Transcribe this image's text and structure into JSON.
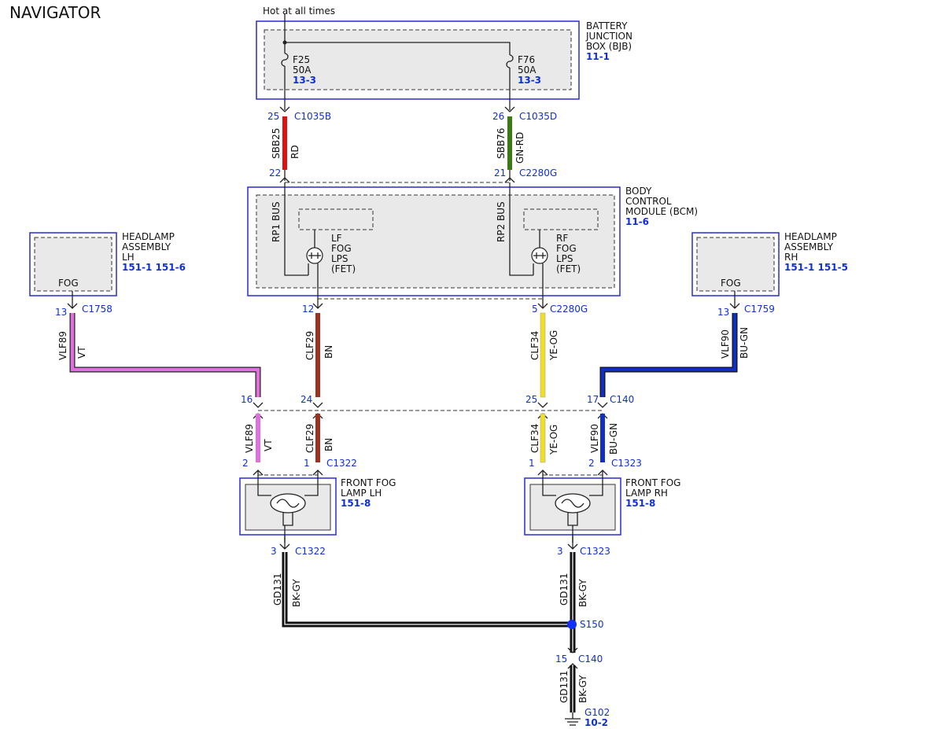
{
  "title": "NAVIGATOR",
  "supply_label": "Hot at all times",
  "bjb": {
    "name": [
      "BATTERY",
      "JUNCTION",
      "BOX (BJB)"
    ],
    "ref": "11-1",
    "fuse_left": {
      "name": "F25",
      "rating": "50A",
      "ref": "13-3"
    },
    "fuse_right": {
      "name": "F76",
      "rating": "50A",
      "ref": "13-3"
    }
  },
  "bcm": {
    "name": [
      "BODY",
      "CONTROL",
      "MODULE (BCM)"
    ],
    "ref": "11-6",
    "bus_left": "RP1 BUS",
    "bus_right": "RP2 BUS",
    "out_left": [
      "LF",
      "FOG",
      "LPS",
      "(FET)"
    ],
    "out_right": [
      "RF",
      "FOG",
      "LPS",
      "(FET)"
    ]
  },
  "headlamp_lh": {
    "name": [
      "HEADLAMP",
      "ASSEMBLY",
      "LH"
    ],
    "ref": "151-1 151-6",
    "pin_label": "FOG"
  },
  "headlamp_rh": {
    "name": [
      "HEADLAMP",
      "ASSEMBLY",
      "RH"
    ],
    "ref": "151-1 151-5",
    "pin_label": "FOG"
  },
  "fog_lh": {
    "name": [
      "FRONT FOG",
      "LAMP LH"
    ],
    "ref": "151-8"
  },
  "fog_rh": {
    "name": [
      "FRONT FOG",
      "LAMP RH"
    ],
    "ref": "151-8"
  },
  "wires": {
    "sbb25": {
      "circuit": "SBB25",
      "color": "RD",
      "hex": "#e01010"
    },
    "sbb76": {
      "circuit": "SBB76",
      "color": "GN-RD",
      "hex": "#3a7a10"
    },
    "clf29": {
      "circuit": "CLF29",
      "color": "BN",
      "hex": "#a03020"
    },
    "clf34": {
      "circuit": "CLF34",
      "color": "YE-OG",
      "hex": "#f0e020"
    },
    "vlf89": {
      "circuit": "VLF89",
      "color": "VT",
      "hex": "#e070e0"
    },
    "vlf90": {
      "circuit": "VLF90",
      "color": "BU-GN",
      "hex": "#1030c0"
    },
    "gd131": {
      "circuit": "GD131",
      "color": "BK-GY",
      "hex": "#111111"
    }
  },
  "connectors": {
    "c1035b": {
      "pin": "25",
      "name": "C1035B"
    },
    "c1035d": {
      "pin": "26",
      "name": "C1035D"
    },
    "c2280g_l_top": {
      "pin": "22"
    },
    "c2280g_r_top": {
      "pin": "21",
      "name": "C2280G"
    },
    "c2280g_l_bot": {
      "pin": "12"
    },
    "c2280g_r_bot": {
      "pin": "5",
      "name": "C2280G"
    },
    "c1758": {
      "pin": "13",
      "name": "C1758"
    },
    "c1759": {
      "pin": "13",
      "name": "C1759"
    },
    "c140_a": {
      "pin": "16"
    },
    "c140_b": {
      "pin": "24"
    },
    "c140_c": {
      "pin": "25"
    },
    "c140_d": {
      "pin": "17",
      "name": "C140"
    },
    "c1322_top_a": {
      "pin": "2"
    },
    "c1322_top_b": {
      "pin": "1",
      "name": "C1322"
    },
    "c1323_top_a": {
      "pin": "1"
    },
    "c1323_top_b": {
      "pin": "2",
      "name": "C1323"
    },
    "c1322_gnd": {
      "pin": "3",
      "name": "C1322"
    },
    "c1323_gnd": {
      "pin": "3",
      "name": "C1323"
    },
    "splice": {
      "name": "S150"
    },
    "c140_gnd": {
      "pin": "15",
      "name": "C140"
    },
    "ground": {
      "name": "G102",
      "ref": "10-2"
    }
  }
}
